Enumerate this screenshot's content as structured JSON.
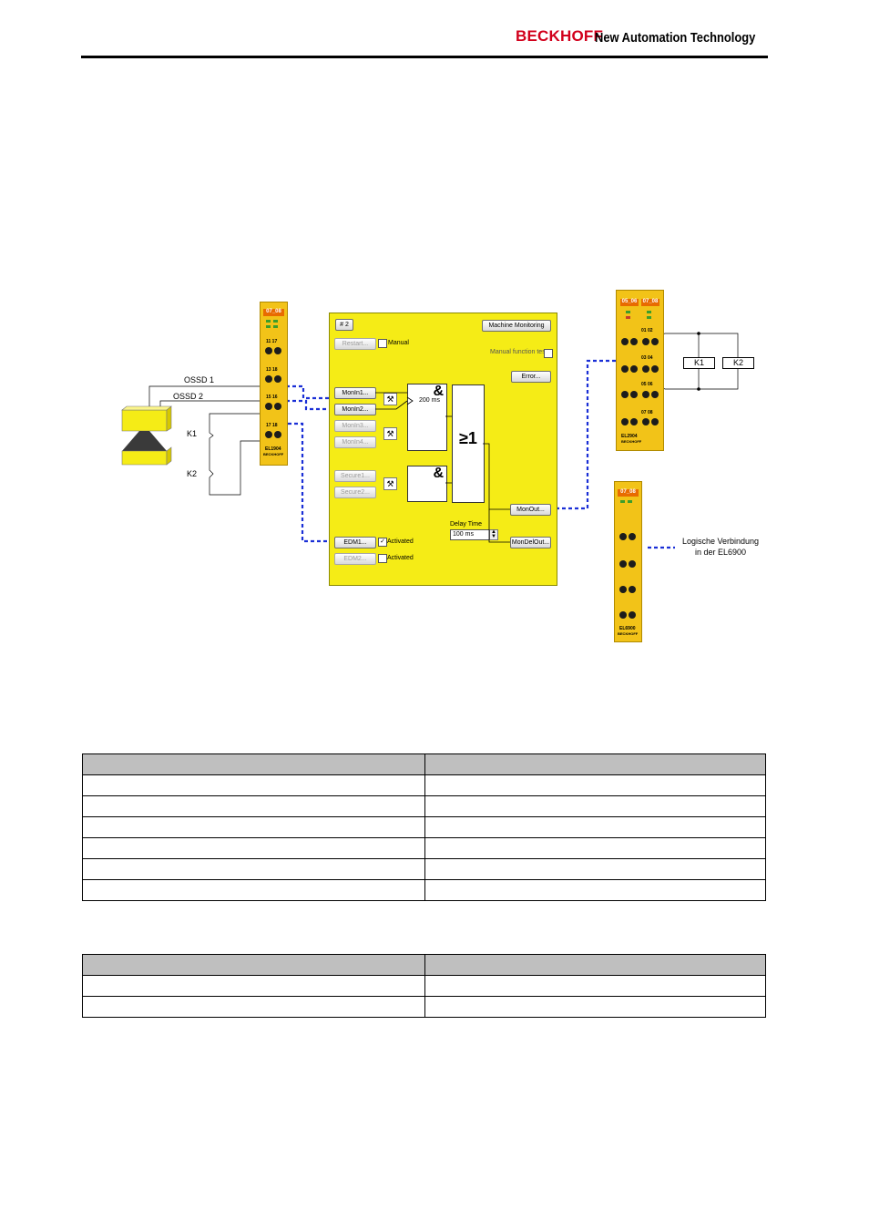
{
  "header": {
    "brand": "BECKHOFF",
    "tagline": "New Automation Technology",
    "brand_color": "#d2001c"
  },
  "diagram": {
    "wiring_labels": {
      "ossd1": "OSSD 1",
      "ossd2": "OSSD 2",
      "k1_left": "K1",
      "k2_left": "K2",
      "k1_right": "K1",
      "k2_right": "K2"
    },
    "panel": {
      "tab": "# 2",
      "title_button": "Machine Monitoring",
      "restart_button": "Restart...",
      "manual_label": "Manual",
      "manual_function_test": "Manual function test",
      "error_button": "Error...",
      "monin1": "MonIn1...",
      "monin2": "MonIn2...",
      "monin3": "MonIn3...",
      "monin4": "MonIn4...",
      "secure1": "Secure1...",
      "secure2": "Secure2...",
      "and_symbol_1": "&",
      "and_symbol_2": "&",
      "delay_200": "200 ms",
      "or_symbol": "≥1",
      "delay_time_label": "Delay Time",
      "delay_time_value": "100 ms",
      "monout": "MonOut...",
      "mondelout": "MonDelOut...",
      "edm1": "EDM1...",
      "edm2": "EDM2...",
      "activated_1": "Activated",
      "activated_2": "Activated",
      "edm1_checked": true,
      "panel_color": "#f5ec16"
    },
    "legend": {
      "line1": "Logische Verbindung",
      "line2": "in der EL6900",
      "line_color": "#1a2fd6"
    },
    "terminal_labels": {
      "left_top": "07_08",
      "left_pins": [
        "11 17",
        "13 18",
        "15 16",
        "17 18"
      ],
      "left_model": "EL1904",
      "right1_top_a": "05_06",
      "right1_top_b": "07_08",
      "right1_pins": [
        "01 02",
        "03 04",
        "05 06",
        "07 08"
      ],
      "right1_model": "EL2904",
      "right2_top": "07_08",
      "right2_model": "EL6900",
      "maker": "BECKHOFF"
    }
  },
  "table1": {
    "rows": [
      [
        "",
        ""
      ],
      [
        "",
        ""
      ],
      [
        "",
        ""
      ],
      [
        "",
        ""
      ],
      [
        "",
        ""
      ],
      [
        "",
        ""
      ],
      [
        "",
        ""
      ]
    ]
  },
  "table2": {
    "rows": [
      [
        "",
        ""
      ],
      [
        "",
        ""
      ],
      [
        "",
        ""
      ]
    ]
  }
}
